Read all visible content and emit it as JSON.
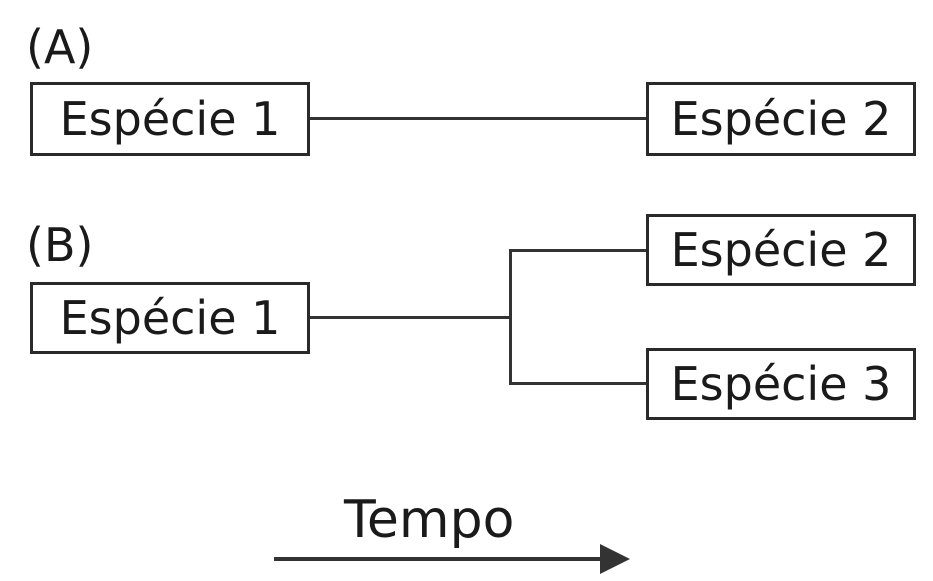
{
  "panel_a": {
    "label": "(A)",
    "left_box": "Espécie 1",
    "right_box": "Espécie 2"
  },
  "panel_b": {
    "label": "(B)",
    "left_box": "Espécie 1",
    "upper_box": "Espécie 2",
    "lower_box": "Espécie 3"
  },
  "time_axis": {
    "label": "Tempo"
  }
}
